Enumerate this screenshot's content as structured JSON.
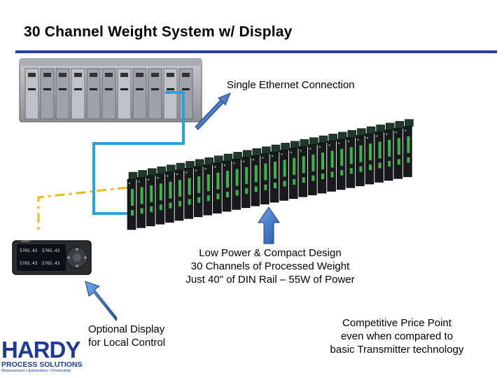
{
  "title": "30 Channel Weight System w/ Display",
  "captions": {
    "ethernet": "Single Ethernet Connection",
    "power": [
      "Low Power & Compact Design",
      "30 Channels of Processed Weight",
      "Just 40\" of DIN Rail – 55W of Power"
    ],
    "display": [
      "Optional Display",
      "for Local Control"
    ],
    "price": [
      "Competitive Price Point",
      "even when compared to",
      "basic Transmitter technology"
    ]
  },
  "logo": {
    "word": "HARDY",
    "sub": "PROCESS SOLUTIONS",
    "tagline": "Measurement • Automation • Productivity"
  },
  "display_readings": [
    "5765.43",
    "5765.43",
    "5765.43",
    "5765.43"
  ],
  "colors": {
    "accent": "#2a3fa3",
    "cable_blue": "#29a3dc",
    "cable_dashed": "#f2b51c",
    "arrow_blue": "#3a78c4"
  }
}
